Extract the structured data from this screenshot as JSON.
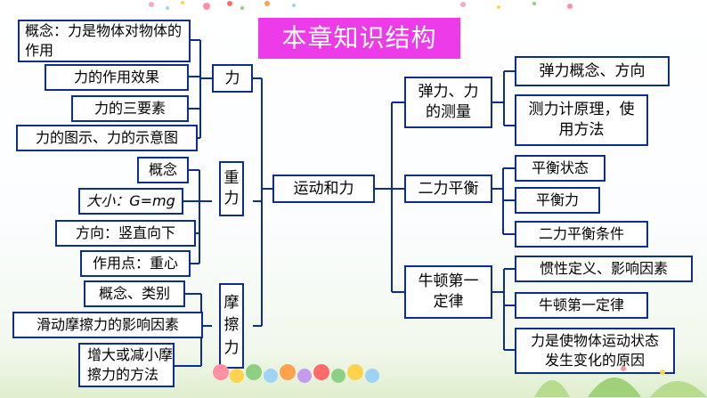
{
  "title": "本章知识结构",
  "center": "运动和力",
  "left": {
    "force": {
      "label": "力",
      "items": [
        "概念：力是物体对物体的作用",
        "力的作用效果",
        "力的三要素",
        "力的图示、力的示意图"
      ]
    },
    "gravity": {
      "label": "重力",
      "items": [
        "概念",
        "大小：G=mg",
        "方向：竖直向下",
        "作用点：重心"
      ]
    },
    "friction": {
      "label": "摩擦力",
      "items": [
        "概念、类别",
        "滑动摩擦力的影响因素",
        "增大或减小摩擦力的方法"
      ]
    }
  },
  "right": {
    "elastic": {
      "label": "弹力、力的测量",
      "items": [
        "弹力概念、方向",
        "测力计原理，使用方法"
      ]
    },
    "balance": {
      "label": "二力平衡",
      "items": [
        "平衡状态",
        "平衡力",
        "二力平衡条件"
      ]
    },
    "newton": {
      "label": "牛顿第一定律",
      "items": [
        "惯性定义、影响因素",
        "牛顿第一定律",
        "力是使物体运动状态发生变化的原因"
      ]
    }
  },
  "colors": {
    "title_bg": "#ee3bea",
    "box_border": "#0c2f8c",
    "connector": "#0c2f8c"
  }
}
